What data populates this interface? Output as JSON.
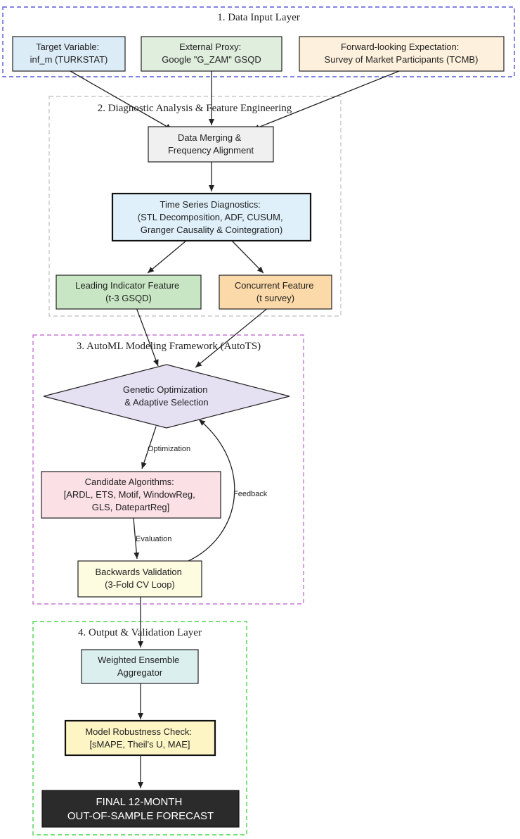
{
  "clusters": {
    "input": {
      "title": "1. Data Input Layer",
      "border_color": "#5b5bd6"
    },
    "diagnostic": {
      "title": "2. Diagnostic Analysis & Feature Engineering",
      "border_color": "#c8c8c8"
    },
    "automl": {
      "title": "3. AutoML Modeling Framework (AutoTS)",
      "border_color": "#c77ad6"
    },
    "output": {
      "title": "4. Output & Validation Layer",
      "border_color": "#4cd64c"
    }
  },
  "nodes": {
    "target": {
      "lines": [
        "Target Variable:",
        "inf_m (TURKSTAT)"
      ],
      "fill": "#dcecf7"
    },
    "proxy": {
      "lines": [
        "External Proxy:",
        "Google \"G_ZAM\" GSQD"
      ],
      "fill": "#dfeedd"
    },
    "expectation": {
      "lines": [
        "Forward-looking Expectation:",
        "Survey of Market Participants (TCMB)"
      ],
      "fill": "#fdf0dc"
    },
    "merging": {
      "lines": [
        "Data Merging &",
        "Frequency Alignment"
      ],
      "fill": "#f0f0f0"
    },
    "diagnostics": {
      "lines": [
        "Time Series Diagnostics:",
        "(STL Decomposition, ADF, CUSUM,",
        "Granger Causality & Cointegration)"
      ],
      "fill": "#dff0fa"
    },
    "leading": {
      "lines": [
        "Leading Indicator Feature",
        "(t-3 GSQD)"
      ],
      "fill": "#c8e6c4"
    },
    "concurrent": {
      "lines": [
        "Concurrent Feature",
        "(t survey)"
      ],
      "fill": "#fcd9a8"
    },
    "genetic": {
      "lines": [
        "Genetic Optimization",
        "& Adaptive Selection"
      ],
      "fill": "#e6e0f3"
    },
    "candidate": {
      "lines": [
        "Candidate Algorithms:",
        "[ARDL, ETS, Motif, WindowReg,",
        "GLS, DatepartReg]"
      ],
      "fill": "#fbe0e6"
    },
    "validation": {
      "lines": [
        "Backwards Validation",
        "(3-Fold CV Loop)"
      ],
      "fill": "#fdfbe0"
    },
    "ensemble": {
      "lines": [
        "Weighted Ensemble",
        "Aggregator"
      ],
      "fill": "#dcefef"
    },
    "robustness": {
      "lines": [
        "Model Robustness Check:",
        "[sMAPE, Theil's U, MAE]"
      ],
      "fill": "#fdf5c4"
    },
    "final": {
      "lines": [
        "FINAL 12-MONTH",
        "OUT-OF-SAMPLE FORECAST"
      ],
      "fill": "#2b2b2b"
    }
  },
  "edge_labels": {
    "optimization": "Optimization",
    "evaluation": "Evaluation",
    "feedback": "Feedback"
  }
}
